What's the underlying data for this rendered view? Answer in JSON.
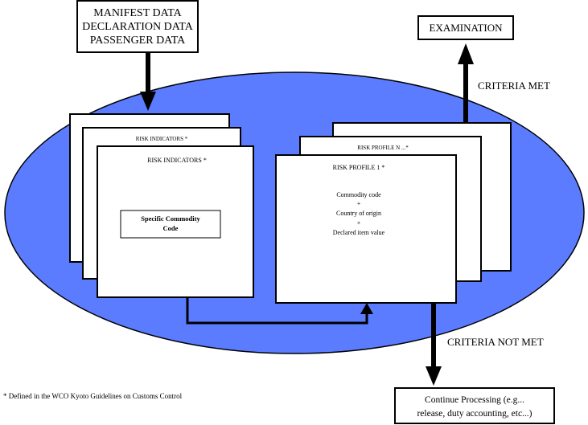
{
  "source_box": {
    "lines": [
      "MANIFEST DATA",
      "DECLARATION DATA",
      "PASSENGER DATA"
    ]
  },
  "examination_box": {
    "label": "EXAMINATION"
  },
  "criteria_met_label": "CRITERIA MET",
  "criteria_not_met_label": "CRITERIA NOT MET",
  "risk_indicators": {
    "back_title": "RISK INDICATORS *",
    "front_title": "RISK INDICATORS *",
    "commodity_box": {
      "lines": [
        "Specific Commodity",
        "Code"
      ]
    }
  },
  "risk_profiles": {
    "back_title": "RISK PROFILE N ...*",
    "front_title": "RISK PROFILE 1 *",
    "criteria_lines": [
      "Commodity code",
      "+",
      "Country of origin",
      "+",
      "Declared item value"
    ]
  },
  "continue_box": {
    "lines": [
      "Continue Processing (e.g...",
      "release, duty accounting, etc...)"
    ]
  },
  "footnote": "* Defined in the WCO Kyoto Guidelines on Customs Control",
  "colors": {
    "ellipse_fill": "#5b7cff",
    "stroke": "#000000",
    "background": "#ffffff"
  }
}
